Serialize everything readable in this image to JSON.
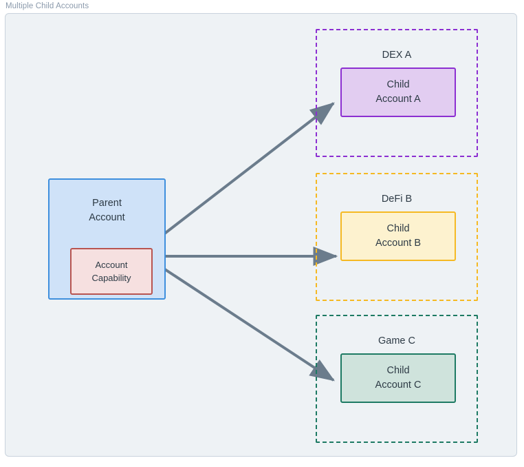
{
  "caption": "Multiple Child Accounts",
  "colors": {
    "canvas_bg": "#eef2f5",
    "frame_border": "#c9d3dd",
    "caption_text": "#8a99ab",
    "node_text": "#2d3a45",
    "parent_fill": "#cfe2f8",
    "parent_border": "#3e8fdd",
    "capability_fill": "#f6e0e0",
    "capability_border": "#b85450",
    "dex_border": "#8c2fd1",
    "dex_fill": "#e2cdf1",
    "defi_border": "#f5b923",
    "defi_fill": "#fdf2cf",
    "game_border": "#1d7a63",
    "game_fill": "#cfe3dc",
    "arrow": "#6b7c8c"
  },
  "parent": {
    "title_line1": "Parent",
    "title_line2": "Account",
    "capability": {
      "line1": "Account",
      "line2": "Capability"
    }
  },
  "groups": [
    {
      "id": "dex-a",
      "title": "DEX A",
      "child_line1": "Child",
      "child_line2": "Account A"
    },
    {
      "id": "defi-b",
      "title": "DeFi B",
      "child_line1": "Child",
      "child_line2": "Account B"
    },
    {
      "id": "game-c",
      "title": "Game C",
      "child_line1": "Child",
      "child_line2": "Account C"
    }
  ],
  "connectors": [
    {
      "id": "capability-to-child-a",
      "from": "account-capability",
      "to": "child-account-a"
    },
    {
      "id": "capability-to-child-b",
      "from": "account-capability",
      "to": "child-account-b"
    },
    {
      "id": "capability-to-child-c",
      "from": "account-capability",
      "to": "child-account-c"
    }
  ]
}
